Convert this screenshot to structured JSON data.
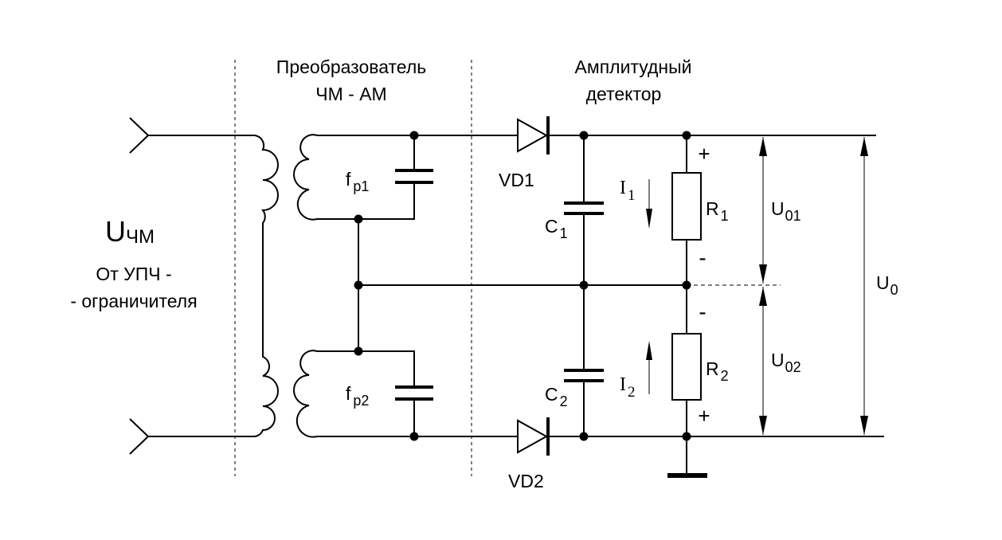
{
  "sections": {
    "converter": [
      "Преобразователь",
      "ЧМ - АМ"
    ],
    "detector": [
      "Амплитудный",
      "детектор"
    ]
  },
  "input": {
    "voltage_main": "U",
    "voltage_sub": "ЧМ",
    "source_line1": "От УПЧ -",
    "source_line2": "- ограничителя"
  },
  "components": {
    "f1": {
      "main": "f",
      "sub": "p1"
    },
    "f2": {
      "main": "f",
      "sub": "p2"
    },
    "VD1": "VD1",
    "VD2": "VD2",
    "C1": {
      "main": "C",
      "sub": "1"
    },
    "C2": {
      "main": "C",
      "sub": "2"
    },
    "R1": {
      "main": "R",
      "sub": "1"
    },
    "R2": {
      "main": "R",
      "sub": "2"
    },
    "I1": {
      "main": "I",
      "sub": "1"
    },
    "I2": {
      "main": "I",
      "sub": "2"
    }
  },
  "polarity": {
    "plus": "+",
    "minus": "-"
  },
  "outputs": {
    "U01": {
      "main": "U",
      "sub": "01"
    },
    "U02": {
      "main": "U",
      "sub": "02"
    },
    "U0": {
      "main": "U",
      "sub": "0"
    }
  }
}
